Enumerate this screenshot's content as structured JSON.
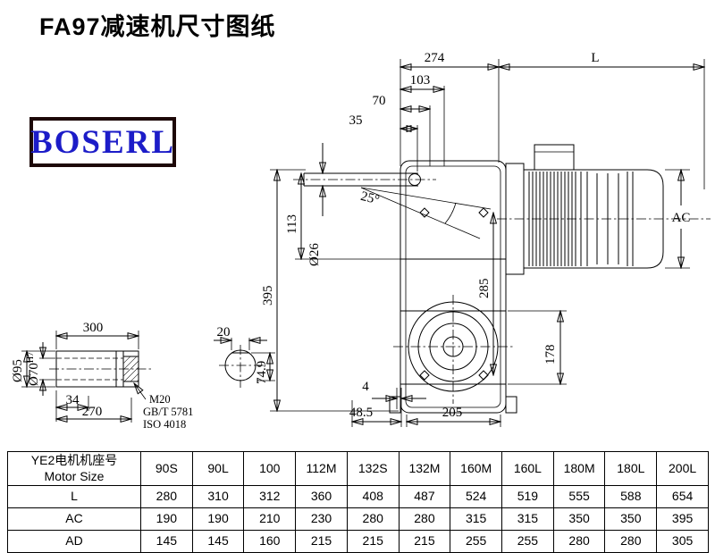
{
  "page": {
    "title": "FA97减速机尺寸图纸",
    "logo_text": "BOSERL"
  },
  "drawing": {
    "dims": {
      "w274": "274",
      "L": "L",
      "w103": "103",
      "w70": "70",
      "w35": "35",
      "angle": "25°",
      "h395": "395",
      "h113": "113",
      "dia26": "Ø26",
      "h285": "285",
      "AC": "AC",
      "h178": "178",
      "w4": "4",
      "w48_5": "48.5",
      "w205": "205"
    },
    "shaft": {
      "len300": "300",
      "w20": "20",
      "dia95": "Ø95",
      "dia70_base": "Ø70",
      "dia70_tol": "H7",
      "w34": "34",
      "len270": "270",
      "bolt": "M20",
      "std1": "GB/T 5781",
      "std2": "ISO 4018",
      "h74_9": "74.9"
    }
  },
  "table": {
    "header_cn": "YE2电机机座号",
    "header_en": "Motor Size",
    "columns": [
      "90S",
      "90L",
      "100",
      "112M",
      "132S",
      "132M",
      "160M",
      "160L",
      "180M",
      "180L",
      "200L"
    ],
    "rows": [
      {
        "label": "L",
        "values": [
          280,
          310,
          312,
          360,
          408,
          487,
          524,
          519,
          555,
          588,
          654
        ]
      },
      {
        "label": "AC",
        "values": [
          190,
          190,
          210,
          230,
          280,
          280,
          315,
          315,
          350,
          350,
          395
        ]
      },
      {
        "label": "AD",
        "values": [
          145,
          145,
          160,
          215,
          215,
          215,
          255,
          255,
          280,
          280,
          305
        ]
      }
    ]
  }
}
